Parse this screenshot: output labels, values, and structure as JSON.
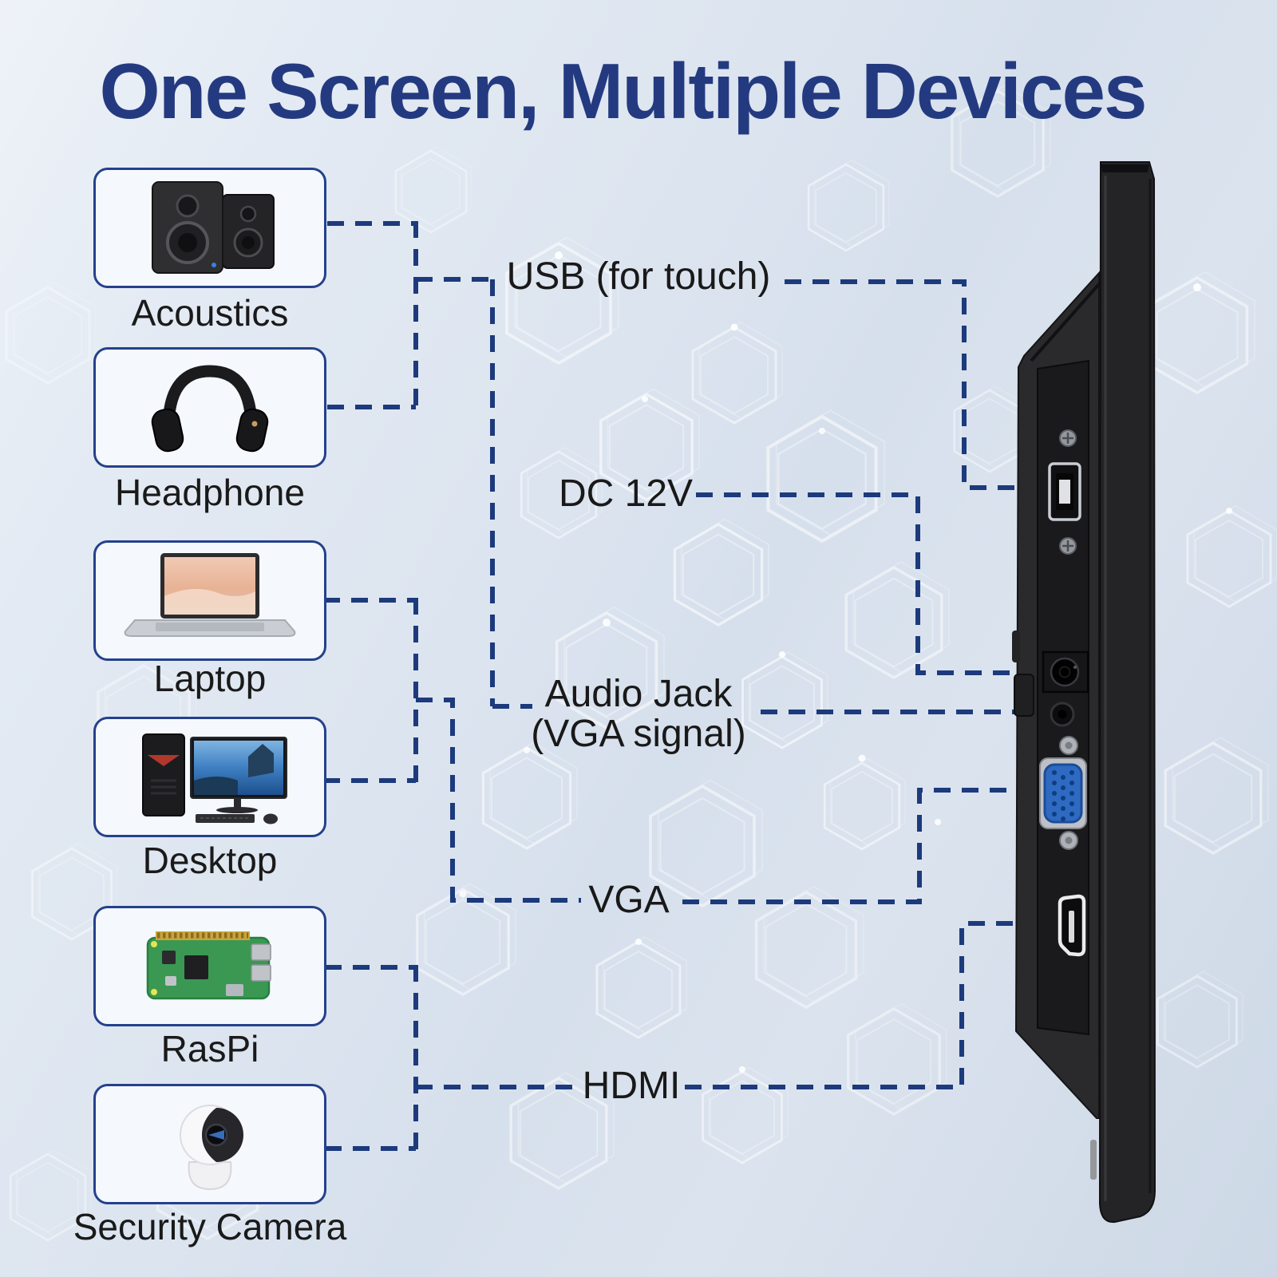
{
  "title": "One Screen, Multiple Devices",
  "devices": [
    {
      "label": "Acoustics"
    },
    {
      "label": "Headphone"
    },
    {
      "label": "Laptop"
    },
    {
      "label": "Desktop"
    },
    {
      "label": "RasPi"
    },
    {
      "label": "Security Camera"
    }
  ],
  "ports": {
    "usb": {
      "label": "USB (for touch)"
    },
    "dc": {
      "label": "DC 12V"
    },
    "audio": {
      "label": "Audio Jack",
      "sublabel": "(VGA signal)"
    },
    "vga": {
      "label": "VGA"
    },
    "hdmi": {
      "label": "HDMI"
    }
  },
  "connections": [
    {
      "devices": [
        "Acoustics",
        "Headphone"
      ],
      "port": "Audio Jack (VGA signal)"
    },
    {
      "devices": [
        "Laptop",
        "Desktop"
      ],
      "port": "VGA"
    },
    {
      "devices": [
        "RasPi",
        "Security Camera"
      ],
      "port": "HDMI"
    },
    {
      "monitor_ports": [
        "USB (for touch)",
        "DC 12V",
        "Audio Jack (VGA signal)",
        "VGA",
        "HDMI"
      ]
    }
  ],
  "colors": {
    "accent_line": "#1c3a7c",
    "title": "#243a80",
    "card_border": "#24418c",
    "card_bg": "#f5f8fd",
    "label_text": "#1a1a1a",
    "vga_blue": "#2e6ac2"
  }
}
